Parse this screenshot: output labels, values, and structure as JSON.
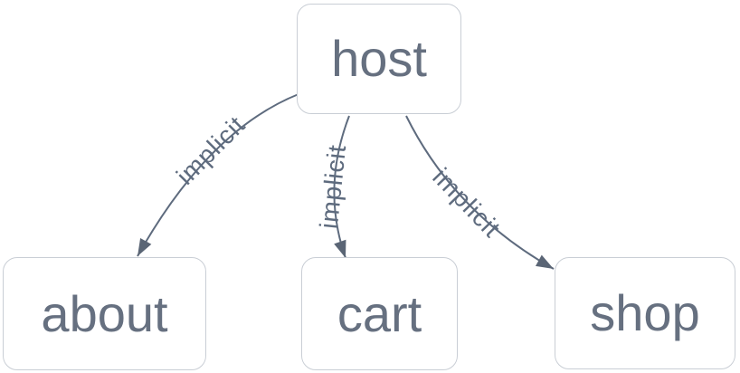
{
  "diagram": {
    "nodes": [
      {
        "id": "host",
        "label": "host"
      },
      {
        "id": "about",
        "label": "about"
      },
      {
        "id": "cart",
        "label": "cart"
      },
      {
        "id": "shop",
        "label": "shop"
      }
    ],
    "edges": [
      {
        "from": "host",
        "to": "about",
        "label": "implicit"
      },
      {
        "from": "host",
        "to": "cart",
        "label": "implicit"
      },
      {
        "from": "host",
        "to": "shop",
        "label": "implicit"
      }
    ],
    "colors": {
      "background": "#ffffff",
      "node_border": "#c9ced5",
      "node_text": "#667080",
      "edge": "#5e6b7e",
      "arrowhead": "#5a6575"
    }
  }
}
